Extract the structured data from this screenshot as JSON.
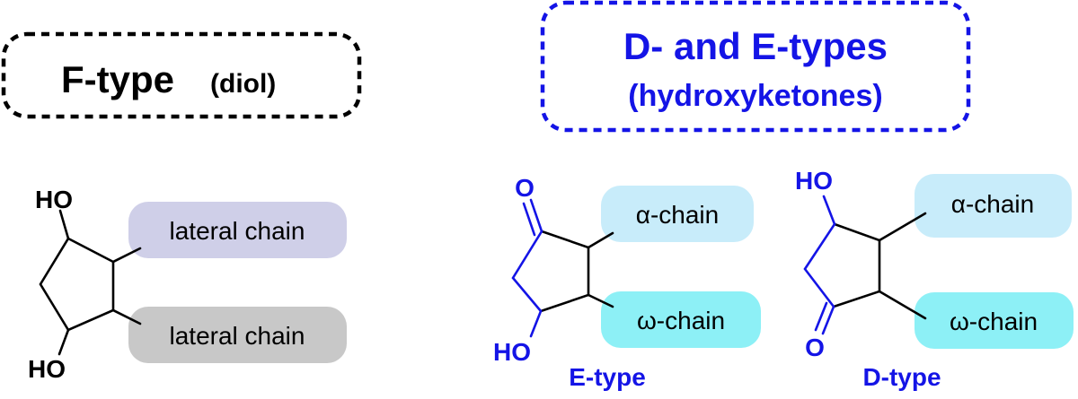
{
  "panels": {
    "f_type": {
      "title": "F-type",
      "subtitle": "(diol)",
      "top_group": "HO",
      "bottom_group": "HO",
      "upper_chain": "lateral chain",
      "lower_chain": "lateral chain"
    },
    "de_types": {
      "title": "D- and E-types",
      "subtitle": "(hydroxyketones)"
    },
    "e_type": {
      "label": "E-type",
      "top_group": "O",
      "bottom_group": "HO",
      "alpha_chain": "α-chain",
      "omega_chain": "ω-chain"
    },
    "d_type": {
      "label": "D-type",
      "top_group": "HO",
      "bottom_group": "O",
      "alpha_chain": "α-chain",
      "omega_chain": "ω-chain"
    }
  },
  "colors": {
    "black": "#000000",
    "blue": "#1414e6",
    "upper_lateral_fill": "#cfcfe8",
    "lower_lateral_fill": "#c8c8c8",
    "alpha_fill": "#c8ecfa",
    "omega_fill": "#8df0f6"
  }
}
